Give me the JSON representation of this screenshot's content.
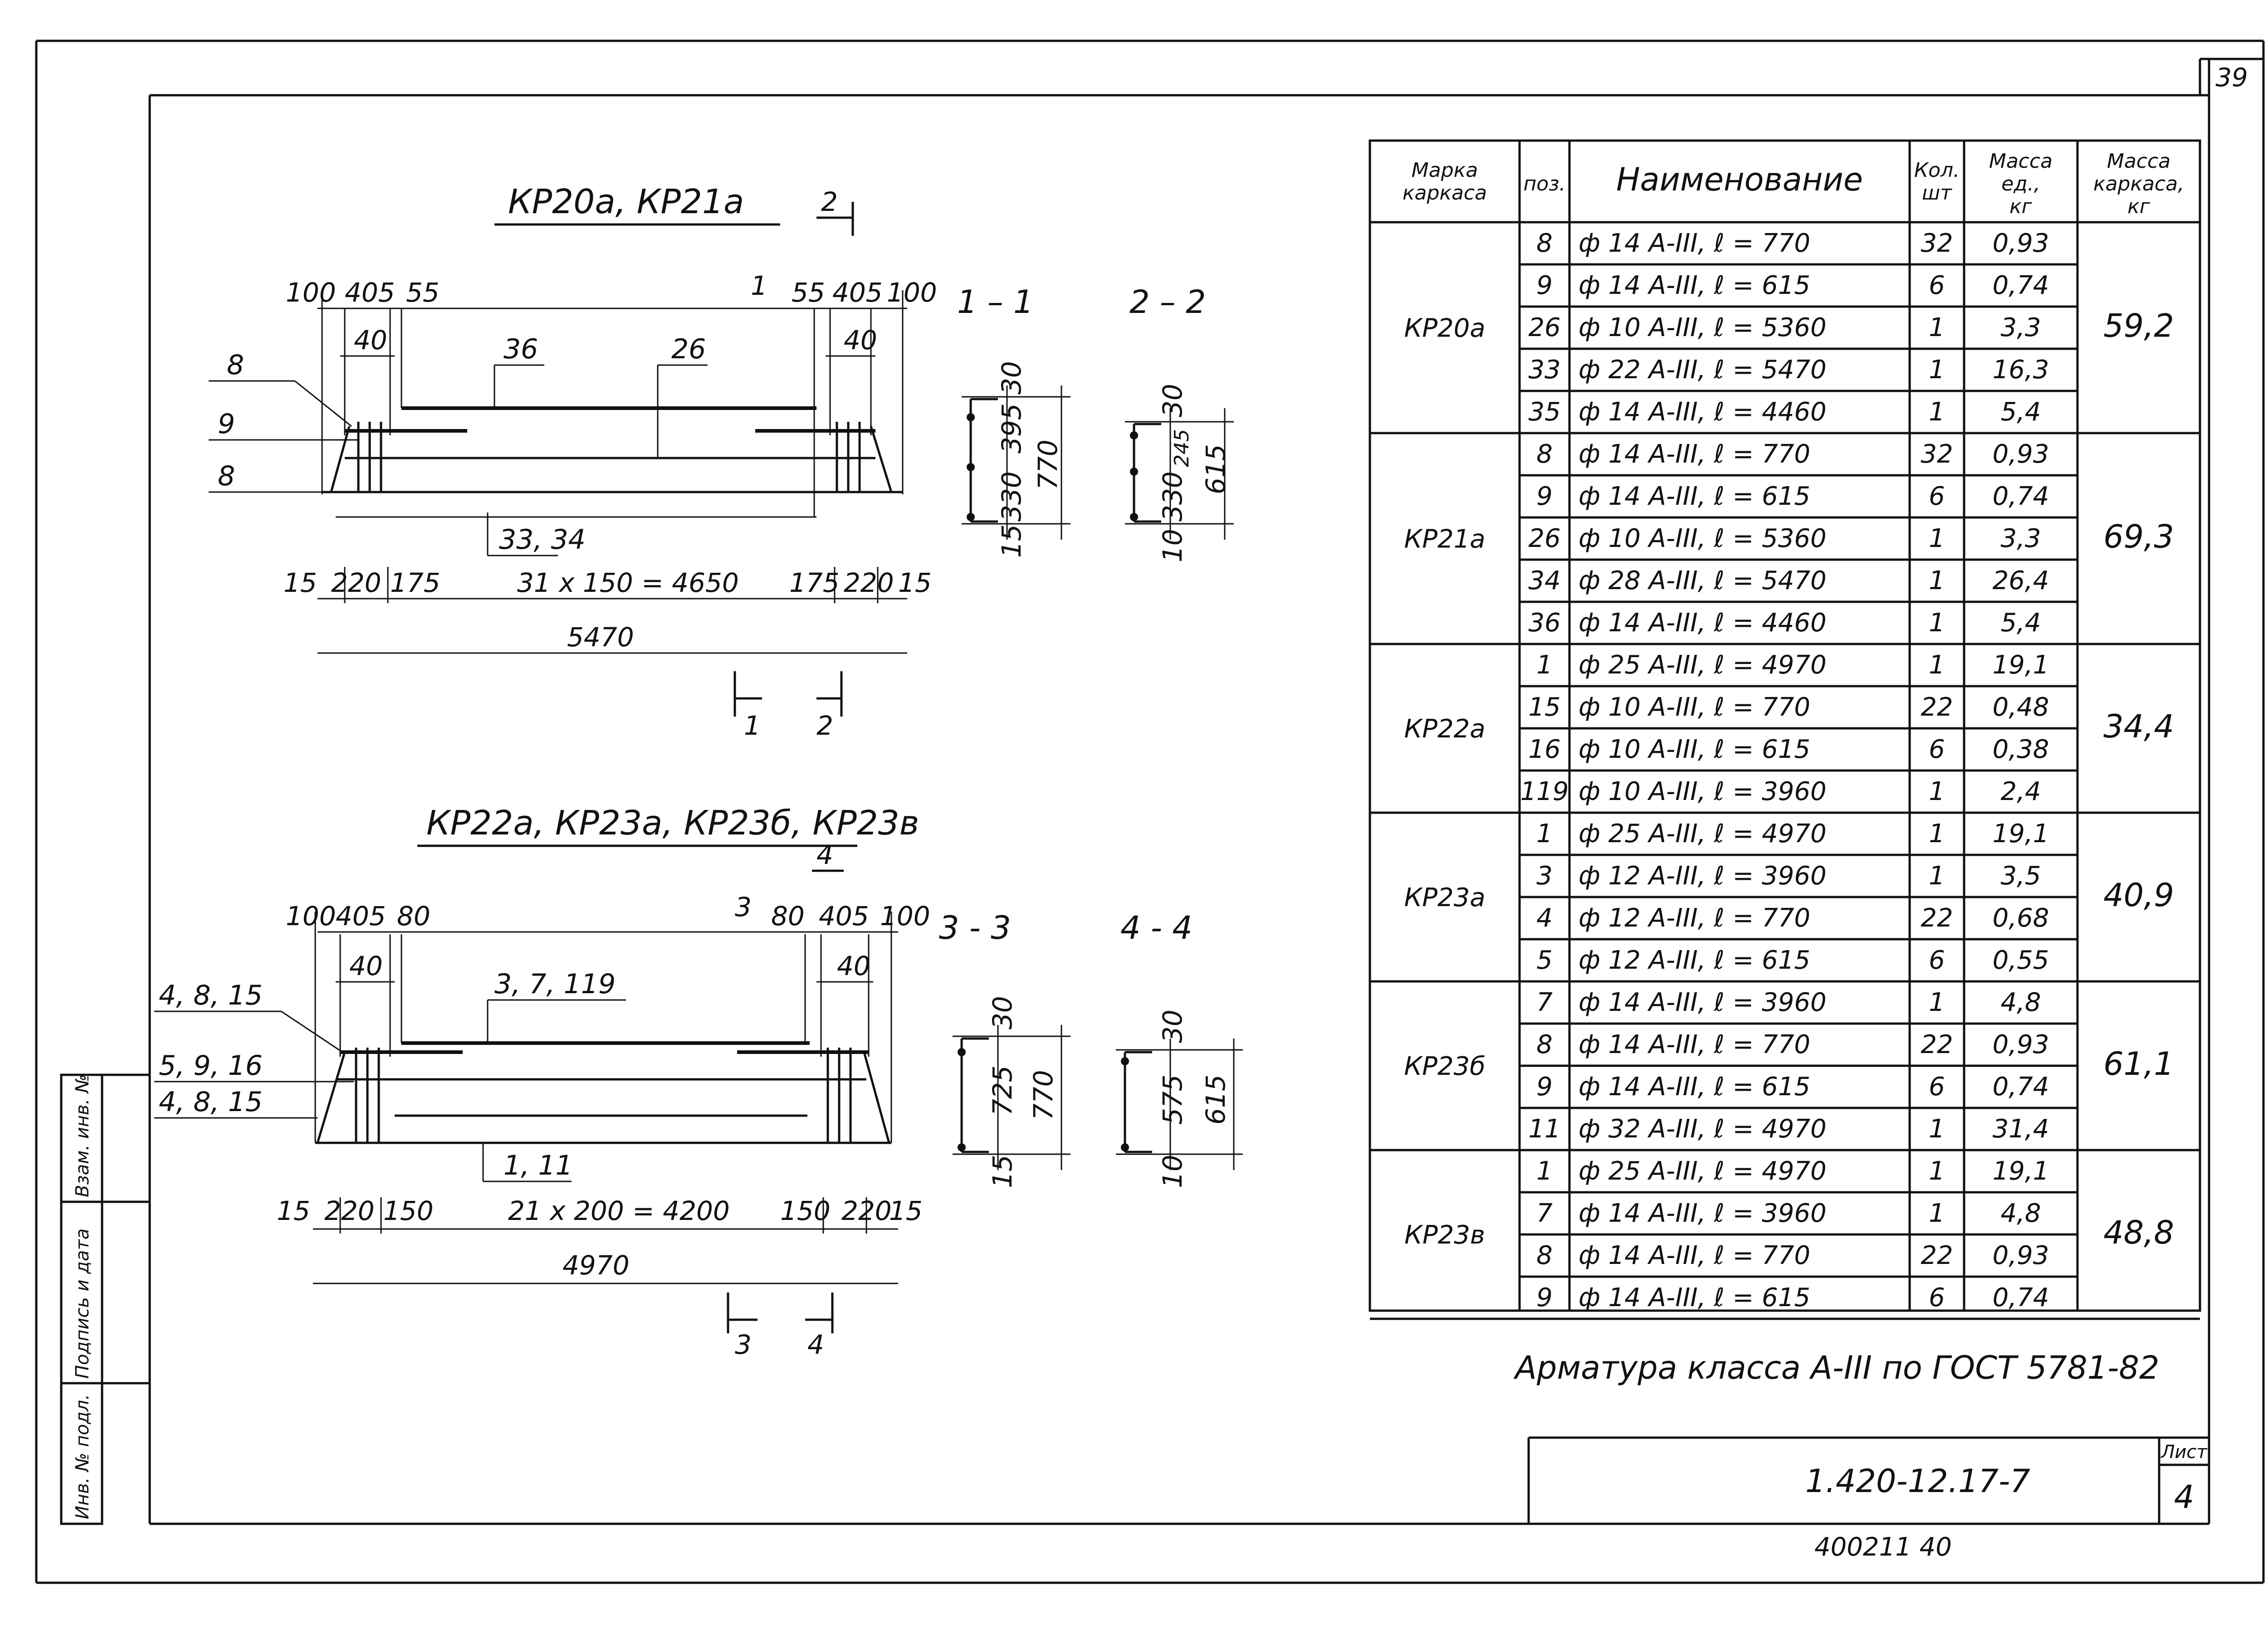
{
  "sheet": {
    "page_corner": "39",
    "sheet_label": "Лист",
    "sheet_no": "4",
    "doc_code": "1.420-12.17-7",
    "bottom_stamp": "400211  40",
    "note": "Арматура класса A-III по ГОСТ 5781-82",
    "side_labels": [
      "Взам. инв. №",
      "Подпись и дата",
      "Инв. № подл."
    ]
  },
  "top_drawing": {
    "title": "КР20а, КР21а",
    "title_mark": "2",
    "dims_top_left": [
      "100",
      "405",
      "55"
    ],
    "dim_40_left": "40",
    "dims_top_right": [
      "55",
      "405",
      "100"
    ],
    "dim_40_right": "40",
    "section_mark": "1",
    "pos_36": "36",
    "pos_26": "26",
    "pos_8a": "8",
    "pos_9": "9",
    "pos_8b": "8",
    "pos_33_34": "33, 34",
    "dims_bottom": [
      "15",
      "220",
      "175",
      "31 x 150 = 4650",
      "175",
      "220",
      "15"
    ],
    "overall": "5470",
    "cut_1": "1",
    "cut_2": "2"
  },
  "sec_1_1": {
    "title": "1 – 1",
    "dims": [
      "30",
      "395",
      "770",
      "330",
      "15"
    ]
  },
  "sec_2_2": {
    "title": "2 – 2",
    "dims": [
      "30",
      "245",
      "615",
      "330",
      "10"
    ]
  },
  "bottom_drawing": {
    "title": "КР22а, КР23а, КР23б, КР23в",
    "title_mark": "4",
    "dims_top_left": [
      "100",
      "405",
      "80"
    ],
    "dim_40_left": "40",
    "section_mark": "3",
    "dims_top_right": [
      "80",
      "405",
      "100"
    ],
    "dim_40_right": "40",
    "pos_3_7_119": "3, 7, 119",
    "pos_4_8_15_a": "4, 8, 15",
    "pos_5_9_16": "5, 9, 16",
    "pos_4_8_15_b": "4, 8, 15",
    "pos_1_11": "1, 11",
    "dims_bottom": [
      "15",
      "220",
      "150",
      "21 x 200 = 4200",
      "150",
      "220",
      "15"
    ],
    "overall": "4970",
    "cut_3": "3",
    "cut_4": "4"
  },
  "sec_3_3": {
    "title": "3 - 3",
    "dims": [
      "30",
      "725",
      "770",
      "15"
    ]
  },
  "sec_4_4": {
    "title": "4 - 4",
    "dims": [
      "30",
      "575",
      "615",
      "10"
    ]
  },
  "table": {
    "headers": [
      "Марка каркаса",
      "поз.",
      "Наименование",
      "Кол. шт",
      "Масса ед., кг",
      "Масса каркаса, кг"
    ],
    "groups": [
      {
        "mark": "КР20а",
        "total": "59,2",
        "rows": [
          [
            "8",
            "ф 14 A-III,  ℓ = 770",
            "32",
            "0,93"
          ],
          [
            "9",
            "ф 14 A-III,  ℓ = 615",
            "6",
            "0,74"
          ],
          [
            "26",
            "ф 10 A-III,  ℓ = 5360",
            "1",
            "3,3"
          ],
          [
            "33",
            "ф 22 A-III,  ℓ = 5470",
            "1",
            "16,3"
          ],
          [
            "35",
            "ф 14 A-III,  ℓ = 4460",
            "1",
            "5,4"
          ]
        ]
      },
      {
        "mark": "КР21а",
        "total": "69,3",
        "rows": [
          [
            "8",
            "ф 14 A-III,  ℓ = 770",
            "32",
            "0,93"
          ],
          [
            "9",
            "ф 14 A-III,  ℓ = 615",
            "6",
            "0,74"
          ],
          [
            "26",
            "ф 10 A-III,  ℓ = 5360",
            "1",
            "3,3"
          ],
          [
            "34",
            "ф 28 A-III,  ℓ = 5470",
            "1",
            "26,4"
          ],
          [
            "36",
            "ф 14 A-III,  ℓ = 4460",
            "1",
            "5,4"
          ]
        ]
      },
      {
        "mark": "КР22а",
        "total": "34,4",
        "rows": [
          [
            "1",
            "ф 25 A-III,  ℓ = 4970",
            "1",
            "19,1"
          ],
          [
            "15",
            "ф 10 A-III,  ℓ = 770",
            "22",
            "0,48"
          ],
          [
            "16",
            "ф 10 A-III,  ℓ = 615",
            "6",
            "0,38"
          ],
          [
            "119",
            "ф 10 A-III,  ℓ = 3960",
            "1",
            "2,4"
          ]
        ]
      },
      {
        "mark": "КР23а",
        "total": "40,9",
        "rows": [
          [
            "1",
            "ф 25 A-III,  ℓ = 4970",
            "1",
            "19,1"
          ],
          [
            "3",
            "ф 12 A-III,  ℓ = 3960",
            "1",
            "3,5"
          ],
          [
            "4",
            "ф 12 A-III,  ℓ = 770",
            "22",
            "0,68"
          ],
          [
            "5",
            "ф 12 A-III,  ℓ = 615",
            "6",
            "0,55"
          ]
        ]
      },
      {
        "mark": "КР23б",
        "total": "61,1",
        "rows": [
          [
            "7",
            "ф 14 A-III,  ℓ = 3960",
            "1",
            "4,8"
          ],
          [
            "8",
            "ф 14 A-III,  ℓ = 770",
            "22",
            "0,93"
          ],
          [
            "9",
            "ф 14 A-III,  ℓ = 615",
            "6",
            "0,74"
          ],
          [
            "11",
            "ф 32 A-III,  ℓ = 4970",
            "1",
            "31,4"
          ]
        ]
      },
      {
        "mark": "КР23в",
        "total": "48,8",
        "rows": [
          [
            "1",
            "ф 25 A-III,  ℓ = 4970",
            "1",
            "19,1"
          ],
          [
            "7",
            "ф 14 A-III,  ℓ = 3960",
            "1",
            "4,8"
          ],
          [
            "8",
            "ф 14 A-III,  ℓ = 770",
            "22",
            "0,93"
          ],
          [
            "9",
            "ф 14 A-III,  ℓ = 615",
            "6",
            "0,74"
          ]
        ]
      }
    ]
  }
}
